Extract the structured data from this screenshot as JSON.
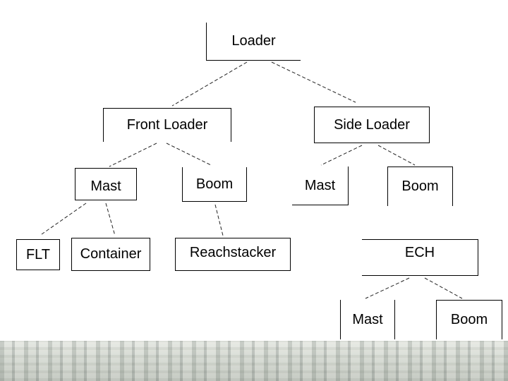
{
  "diagram": {
    "nodes": {
      "loader": "Loader",
      "front_loader": "Front Loader",
      "side_loader": "Side Loader",
      "fl_mast": "Mast",
      "fl_boom": "Boom",
      "sl_mast": "Mast",
      "sl_boom": "Boom",
      "flt": "FLT",
      "container": "Container",
      "reachstacker": "Reachstacker",
      "ech": "ECH",
      "ech_mast": "Mast",
      "ech_boom": "Boom"
    }
  }
}
